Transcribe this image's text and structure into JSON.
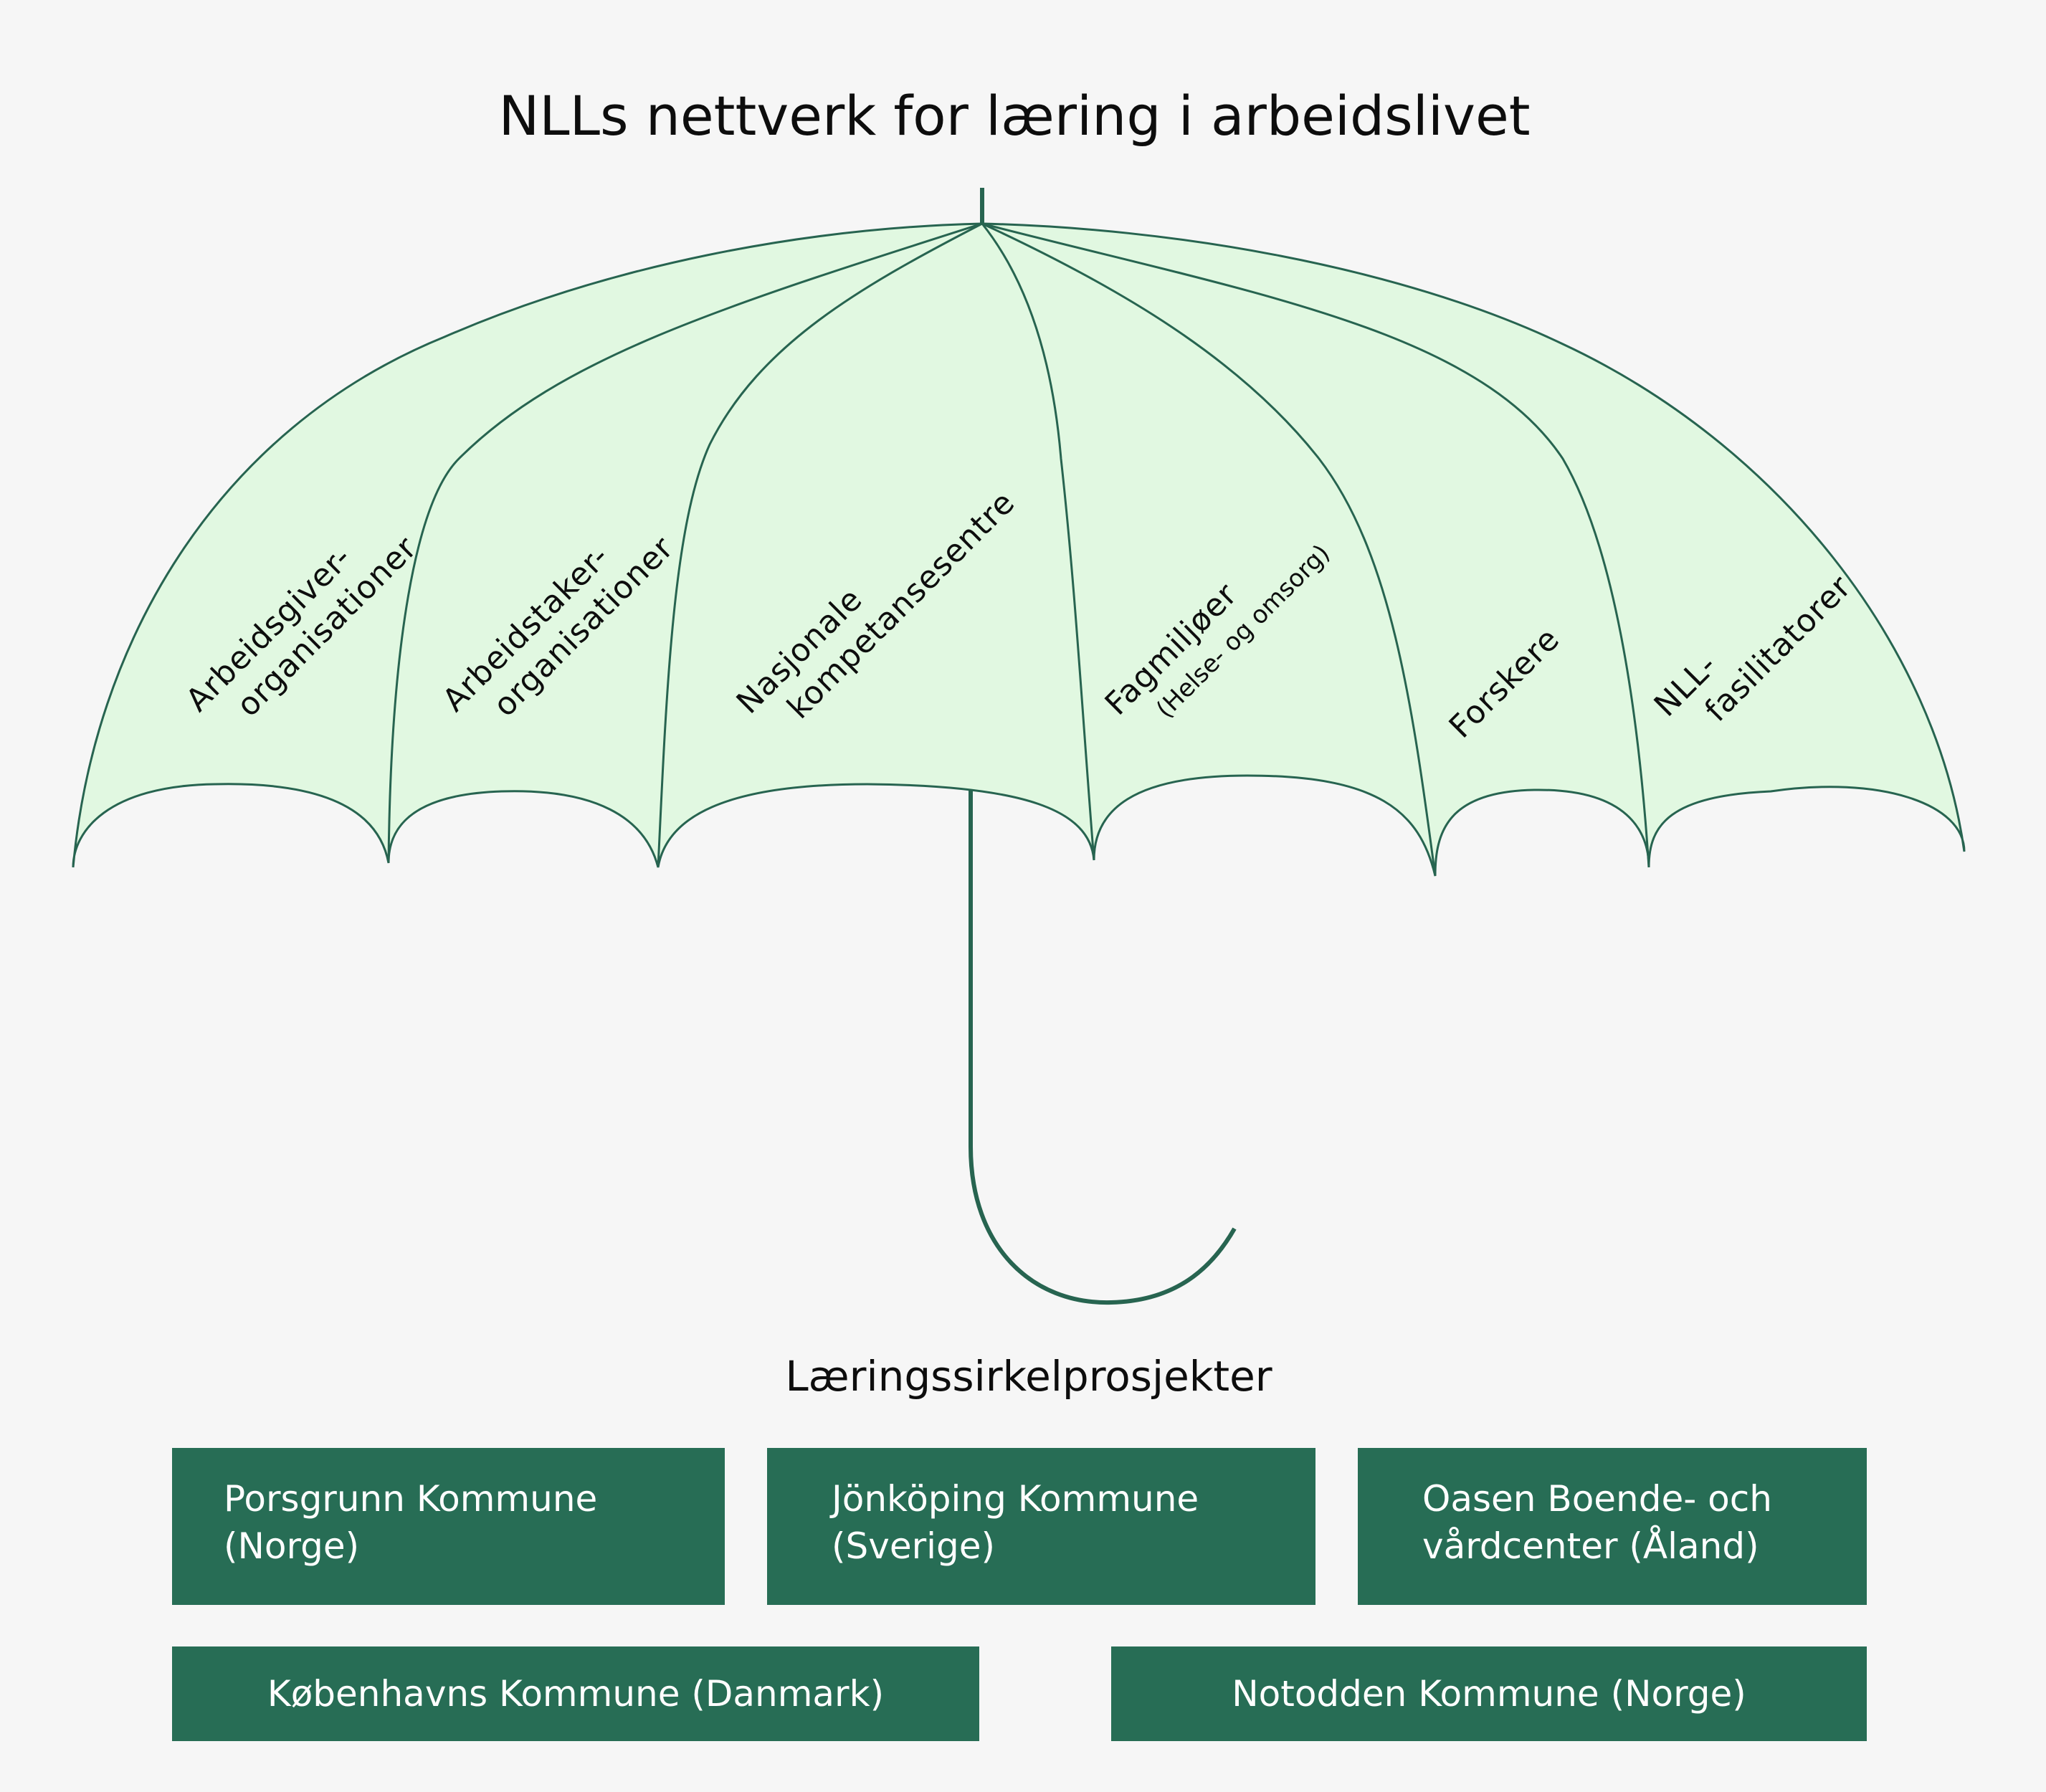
{
  "title": "NLLs nettverk for læring i arbeidslivet",
  "umbrella": {
    "panels": [
      {
        "line1": "Arbeidsgiver-",
        "line2": "organisationer"
      },
      {
        "line1": "Arbeidstaker-",
        "line2": "organisationer"
      },
      {
        "line1": "Nasjonale",
        "line2": "kompetansesentre"
      },
      {
        "line1": "Fagmiljøer",
        "line2": "(Helse- og omsorg)"
      },
      {
        "line1": "Forskere",
        "line2": ""
      },
      {
        "line1": "NLL-",
        "line2": "fasilitatorer"
      }
    ],
    "colors": {
      "fill": "#e1f8e1",
      "stroke": "#276450"
    }
  },
  "projects": {
    "heading": "Læringssirkelprosjekter",
    "cards": [
      {
        "line1": "Porsgrunn Kommune",
        "line2": "(Norge)"
      },
      {
        "line1": "Jönköping Kommune",
        "line2": "(Sverige)"
      },
      {
        "line1": "Oasen Boende- och",
        "line2": "vårdcenter (Åland)"
      },
      {
        "line1": "Københavns Kommune (Danmark)"
      },
      {
        "line1": "Notodden Kommune (Norge)"
      }
    ],
    "colors": {
      "card": "#276d55",
      "text": "#ffffff"
    }
  }
}
